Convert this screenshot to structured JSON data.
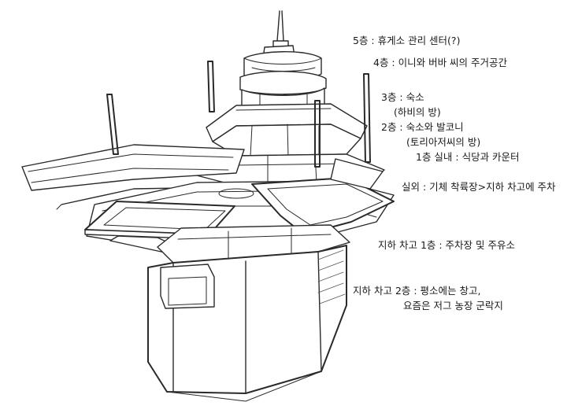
{
  "labels": {
    "floor5": "5층 : 휴게소 관리 센터(?)",
    "floor4": "4층 : 이니와 버바 씨의 주거공간",
    "floor3_line1": "3층 : 숙소",
    "floor3_line2": "(하비의 방)",
    "floor2_line1": "2층 : 숙소와 발코니",
    "floor2_line2": "(토리아저씨의 방)",
    "floor1": "1층 실내 : 식당과 카운터",
    "outdoor": "실외 : 기체 착륙장>지하 차고에 주차",
    "basement1": "지하 차고 1층 : 주차장 및 주유소",
    "basement2_line1": "지하 차고 2층 : 평소에는 창고,",
    "basement2_line2": "요즘은 저그 농장 군락지"
  }
}
